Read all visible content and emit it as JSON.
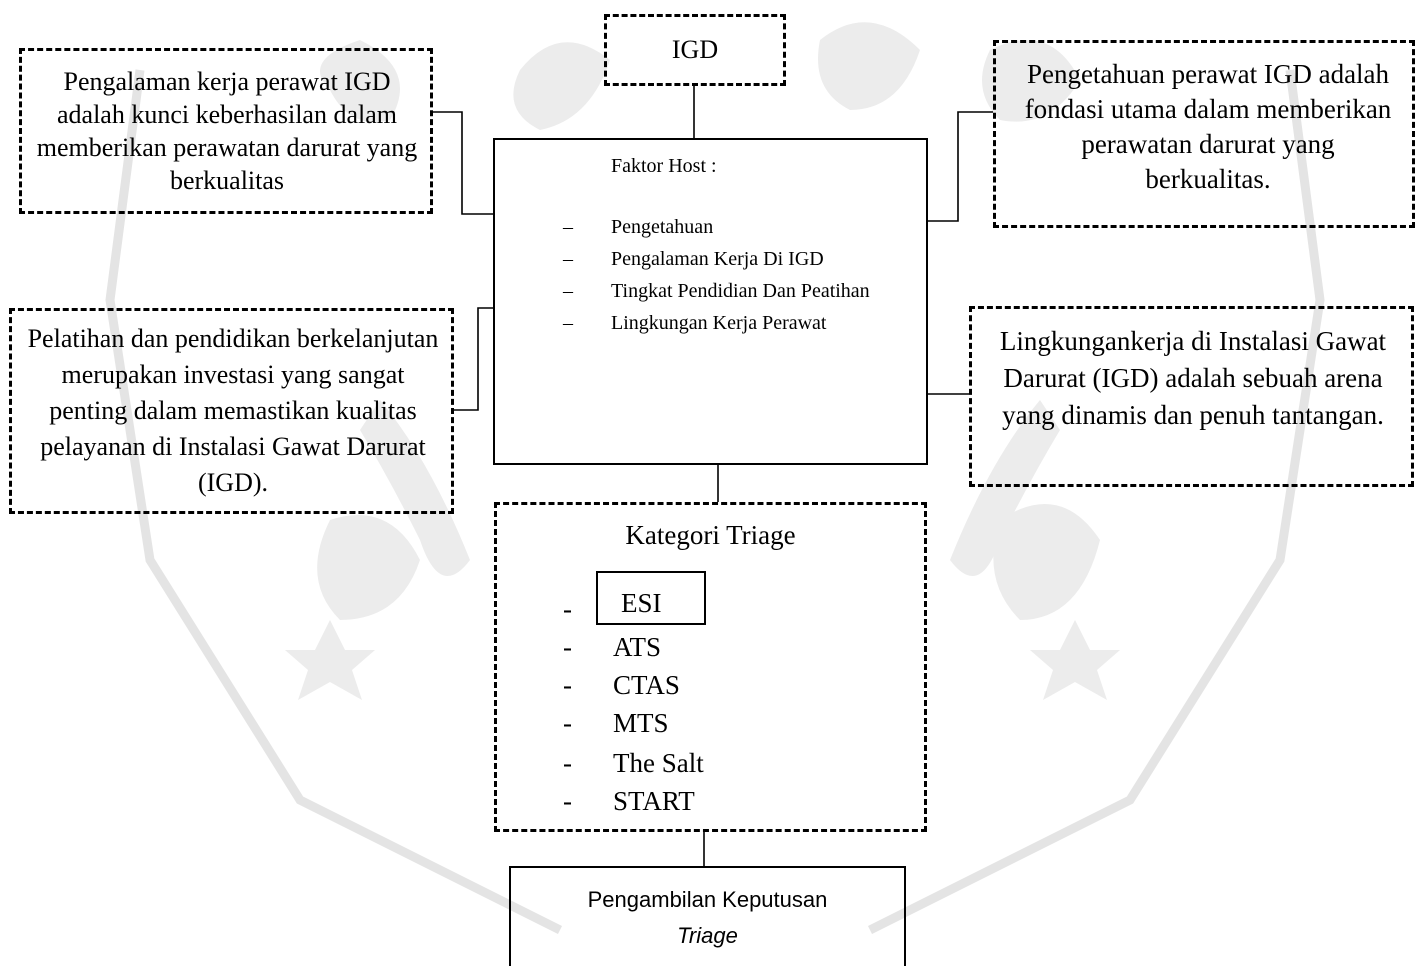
{
  "diagram": {
    "top_node": "IGD",
    "left_top": "Pengalaman kerja perawat IGD adalah kunci keberhasilan dalam memberikan perawatan darurat yang berkualitas",
    "right_top": "Pengetahuan perawat IGD adalah fondasi utama dalam memberikan perawatan darurat yang berkualitas.",
    "left_middle": "Pelatihan dan pendidikan berkelanjutan merupakan investasi yang sangat penting dalam memastikan kualitas pelayanan di Instalasi Gawat Darurat (IGD).",
    "right_middle": "Lingkungankerja di Instalasi Gawat Darurat (IGD) adalah sebuah arena yang dinamis dan penuh tantangan.",
    "host": {
      "title": "Faktor Host :",
      "bullet": "–",
      "items": [
        "Pengetahuan",
        "Pengalaman Kerja Di IGD",
        "Tingkat Pendidian Dan Peatihan",
        "Lingkungan Kerja Perawat"
      ]
    },
    "triage": {
      "title": "Kategori Triage",
      "bullet": "-",
      "items": [
        "ESI",
        "ATS",
        "CTAS",
        "MTS",
        "The Salt",
        "START"
      ]
    },
    "decision": {
      "title": "Pengambilan Keputusan",
      "subtitle": "Triage"
    }
  }
}
